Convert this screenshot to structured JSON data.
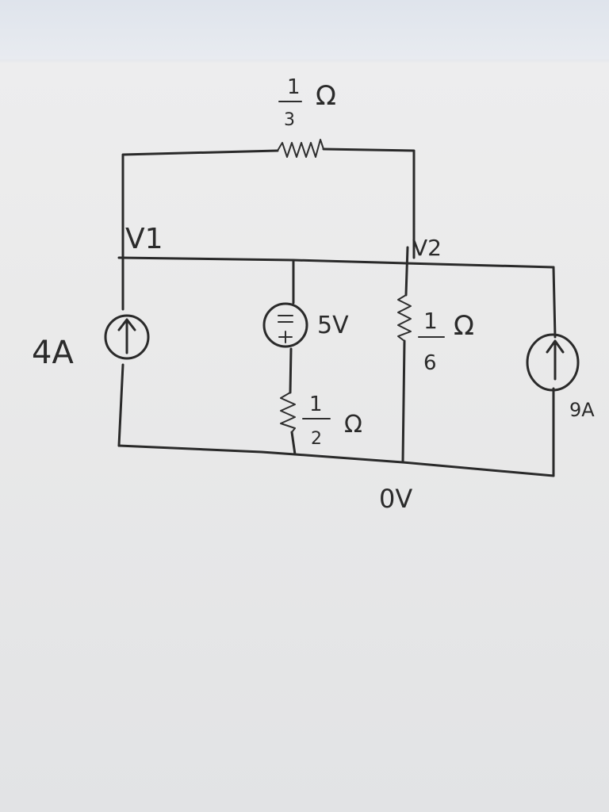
{
  "labels": {
    "node_v1": "V1",
    "node_v2": "V2",
    "ground": "0V",
    "source_left": "4A",
    "source_right": "9A",
    "voltage_source": "5V",
    "r_top_num": "1",
    "r_top_den": "3",
    "r_top_unit": "Ω",
    "r_mid_num": "1",
    "r_mid_den": "2",
    "r_mid_unit": "Ω",
    "r_right_num": "1",
    "r_right_den": "6",
    "r_right_unit": "Ω"
  }
}
